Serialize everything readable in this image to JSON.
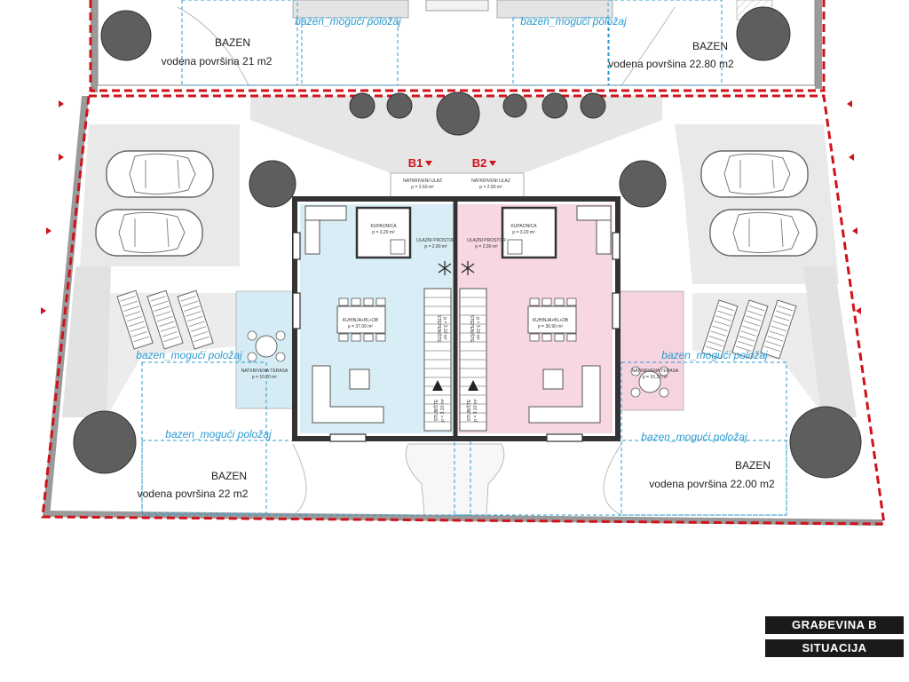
{
  "top_pools": [
    {
      "label": "BAZEN",
      "area": "vodena površina 21 m2",
      "position_text": "bazen_mogući položaj"
    },
    {
      "label": "BAZEN",
      "area": "vodena površina 22.80 m2",
      "position_text": "bazen_mogući položaj"
    }
  ],
  "bottom_pools": [
    {
      "label": "BAZEN",
      "area": "vodena površina 22 m2",
      "position_text": "bazen_mogući položaj",
      "upper_position_text": "bazen_mogući položaj"
    },
    {
      "label": "BAZEN",
      "area": "vodena površina 22.00 m2",
      "position_text": "bazen_mogući položaj",
      "upper_position_text": "bazen_mogući položaj"
    }
  ],
  "units": {
    "b1": {
      "label": "B1",
      "entrance": "NATKRIVENI ULAZ",
      "entrance_area": "p = 2.60 m²",
      "bathroom": "KUPAONICA",
      "bathroom_area": "p = 3.20 m²",
      "hall": "ULAZNI PROSTOR",
      "hall_area": "p = 2.90 m²",
      "living": "KUHINJA+BL+DB",
      "living_area": "p = 37.00 m²",
      "terrace": "NATKRIVENA TERASA",
      "terrace_area": "p = 10.20 m²",
      "stairs_up": "STEPENIŠTE",
      "stairs_up_area": "p = 3.10 m²",
      "stairs_down": "STUBIŠTE",
      "stairs_down_area": "p = 3.10 m²"
    },
    "b2": {
      "label": "B2",
      "entrance": "NATKRIVENI ULAZ",
      "entrance_area": "p = 2.60 m²",
      "bathroom": "KUPAONICA",
      "bathroom_area": "p = 3.20 m²",
      "hall": "ULAZNI PROSTOR",
      "hall_area": "p = 2.90 m²",
      "living": "KUHINJA+BL+DB",
      "living_area": "p = 36.90 m²",
      "terrace": "NATKRIVENA TERASA",
      "terrace_area": "p = 10.20 m²",
      "stairs_up": "STEPENIŠTE",
      "stairs_up_area": "p = 3.10 m²",
      "stairs_down": "STUBIŠTE",
      "stairs_down_area": "p = 3.10 m²"
    }
  },
  "title_block": {
    "line1": "GRAĐEVINA B",
    "line2": "SITUACIJA"
  },
  "colors": {
    "boundary": "#d0121b",
    "pool_outline": "#2a9bd0",
    "unit_b1_fill": "#d8edf5",
    "unit_b2_fill": "#f7d7e2",
    "terrace_fill": "#f5d3df",
    "terrace_left_fill": "#d6ecf4",
    "paving": "#e6e6e6"
  }
}
